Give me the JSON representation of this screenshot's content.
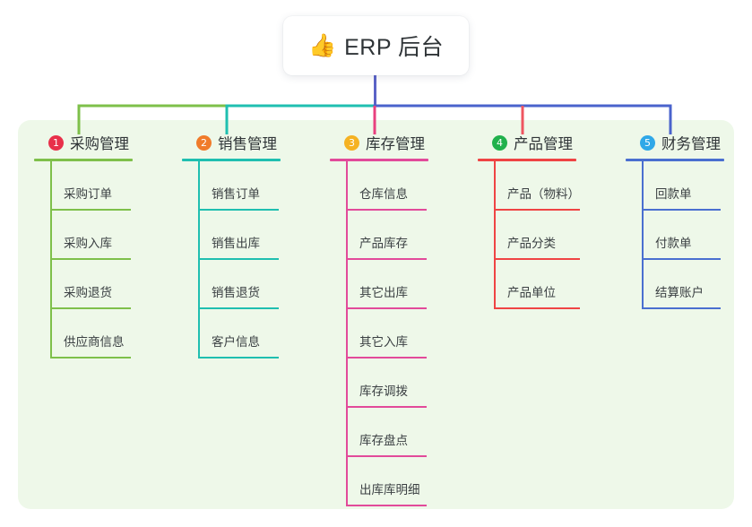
{
  "root": {
    "icon": "thumbs-up-icon",
    "emoji": "👍",
    "title": "ERP 后台"
  },
  "panel": {
    "background_color": "#eef8e9"
  },
  "trunk_color": "#5b63c7",
  "columns": [
    {
      "index": "1",
      "badge_color": "#e8304a",
      "line_color": "#7ec04a",
      "connector_color": "#7ec04a",
      "title": "采购管理",
      "items": [
        {
          "label": "采购订单"
        },
        {
          "label": "采购入库"
        },
        {
          "label": "采购退货"
        },
        {
          "label": "供应商信息"
        }
      ]
    },
    {
      "index": "2",
      "badge_color": "#f07b2a",
      "line_color": "#1fbfb0",
      "connector_color": "#1fbfb0",
      "title": "销售管理",
      "items": [
        {
          "label": "销售订单"
        },
        {
          "label": "销售出库"
        },
        {
          "label": "销售退货"
        },
        {
          "label": "客户信息"
        }
      ]
    },
    {
      "index": "3",
      "badge_color": "#f5b222",
      "line_color": "#e24a9a",
      "connector_color": "#e8407f",
      "title": "库存管理",
      "items": [
        {
          "label": "仓库信息"
        },
        {
          "label": "产品库存"
        },
        {
          "label": "其它出库"
        },
        {
          "label": "其它入库"
        },
        {
          "label": "库存调拨"
        },
        {
          "label": "库存盘点"
        },
        {
          "label": "出库库明细"
        }
      ]
    },
    {
      "index": "4",
      "badge_color": "#21b14c",
      "line_color": "#ef4444",
      "connector_color": "#ef5560",
      "title": "产品管理",
      "items": [
        {
          "label": "产品（物料）"
        },
        {
          "label": "产品分类"
        },
        {
          "label": "产品单位"
        }
      ]
    },
    {
      "index": "5",
      "badge_color": "#2fa8e8",
      "line_color": "#4a6fd0",
      "connector_color": "#4a63cc",
      "title": "财务管理",
      "items": [
        {
          "label": "回款单"
        },
        {
          "label": "付款单"
        },
        {
          "label": "结算账户"
        }
      ]
    }
  ]
}
